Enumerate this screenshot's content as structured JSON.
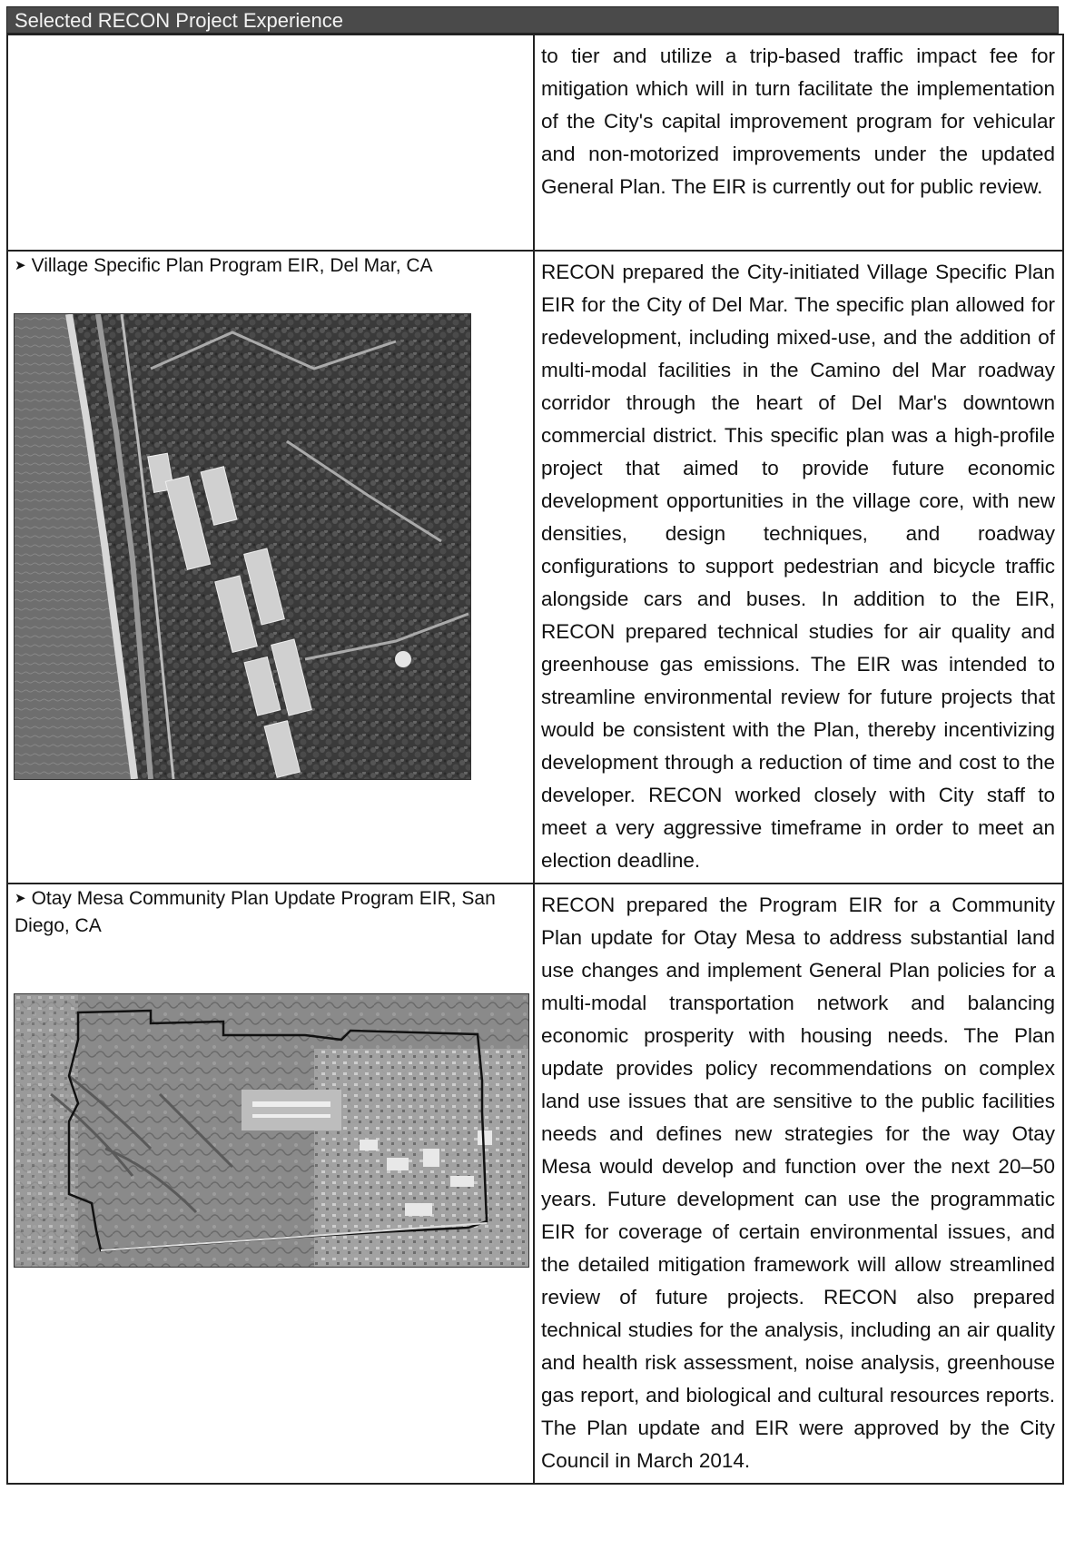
{
  "header": {
    "title": "Selected RECON Project Experience"
  },
  "rows": [
    {
      "title": "",
      "description": "to tier and utilize a trip-based traffic impact fee for mitigation which will in turn facilitate the implementation of the City's capital improvement program for vehicular and non-motorized improvements under the updated General Plan. The EIR is currently out for public review."
    },
    {
      "title": "Village Specific Plan Program EIR, Del Mar, CA",
      "description": "RECON prepared the City-initiated Village Specific Plan EIR for the City of Del Mar. The specific plan allowed for redevelopment, including mixed-use, and the addition of multi-modal facilities in the Camino del Mar roadway corridor through the heart of Del Mar's downtown commercial district. This specific plan was a high-profile project that aimed to provide future economic development opportunities in the village core, with new densities, design techniques, and roadway configurations to support pedestrian and bicycle traffic alongside cars and buses. In addition to the EIR, RECON prepared technical studies for air quality and greenhouse gas emissions. The EIR was intended to streamline environmental review for future projects that would be consistent with the Plan, thereby incentivizing development through a reduction of time and cost to the developer. RECON worked closely with City staff to meet a very aggressive timeframe in order to meet an election deadline."
    },
    {
      "title": "Otay Mesa Community Plan Update Program EIR, San Diego, CA",
      "description": "RECON prepared the Program EIR for a Community Plan update for Otay Mesa to address substantial land use changes and implement General Plan policies for a multi-modal transportation network and balancing economic prosperity with housing needs. The Plan update provides policy recommendations on complex land use issues that are sensitive to the public facilities needs and defines new strategies for the way Otay Mesa would develop and function over the next 20–50 years.  Future development can use the programmatic EIR for coverage of certain environmental issues, and the detailed mitigation framework will allow streamlined review of future projects. RECON also prepared technical studies for the analysis, including an air quality and health risk assessment, noise analysis, greenhouse gas report, and biological and cultural resources reports.  The Plan update and EIR were approved by the City Council in March 2014."
    }
  ],
  "icons": {
    "bullet": "arrowhead-bullet-icon"
  }
}
